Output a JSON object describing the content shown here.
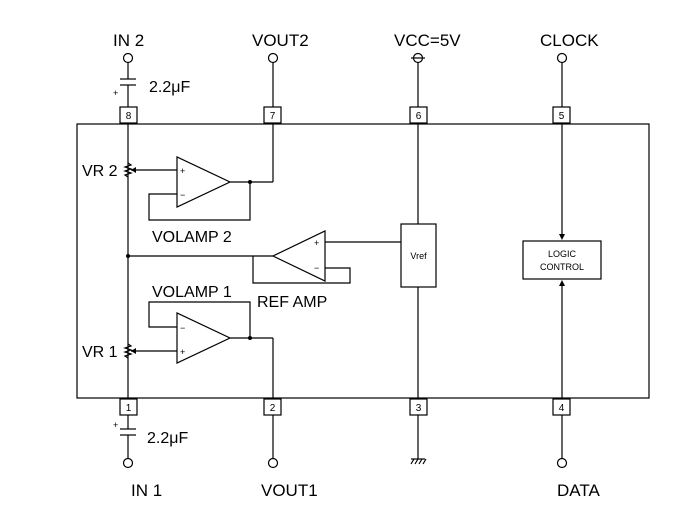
{
  "pins": {
    "in2": {
      "label": "IN 2",
      "number": "8"
    },
    "vout2": {
      "label": "VOUT2",
      "number": "7"
    },
    "vcc": {
      "label": "VCC=5V",
      "number": "6"
    },
    "clock": {
      "label": "CLOCK",
      "number": "5"
    },
    "in1": {
      "label": "IN 1",
      "number": "1"
    },
    "vout1": {
      "label": "VOUT1",
      "number": "2"
    },
    "gnd": {
      "number": "3"
    },
    "data": {
      "label": "DATA",
      "number": "4"
    }
  },
  "capacitors": {
    "top": {
      "value": "2.2μF",
      "polarity": "+"
    },
    "bottom": {
      "value": "2.2μF",
      "polarity": "+"
    }
  },
  "blocks": {
    "vr2": "VR 2",
    "vr1": "VR 1",
    "volamp2": "VOLAMP 2",
    "volamp1": "VOLAMP 1",
    "ref_amp": "REF AMP",
    "vref": "Vref",
    "logic_line1": "LOGIC",
    "logic_line2": "CONTROL"
  },
  "opamp_signs": {
    "plus": "+",
    "minus": "−"
  }
}
